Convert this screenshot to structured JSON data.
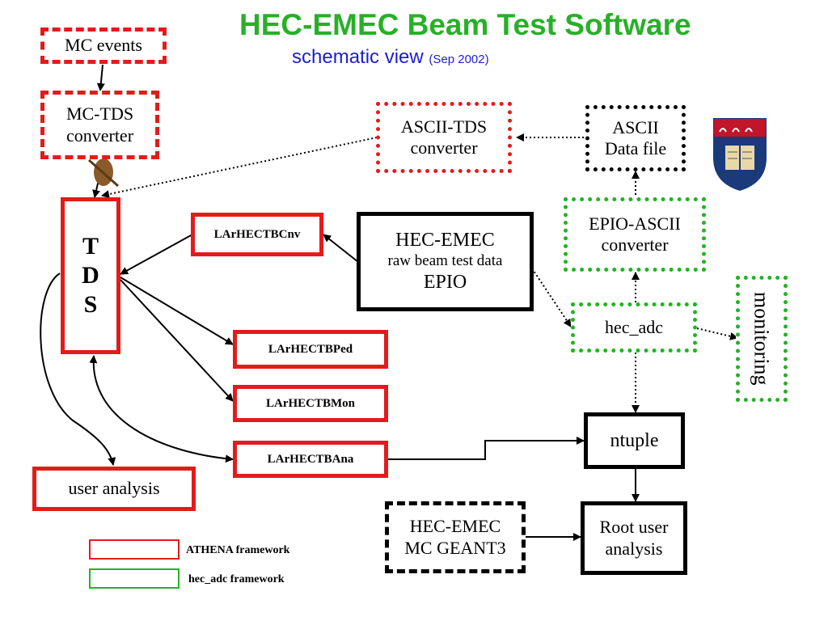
{
  "title": "HEC-EMEC Beam Test Software",
  "subtitle": {
    "main": "schematic view",
    "date": "(Sep 2002)"
  },
  "nodes": {
    "mc_events": "MC events",
    "mc_tds_line1": "MC-TDS",
    "mc_tds_line2": "converter",
    "ascii_tds_line1": "ASCII-TDS",
    "ascii_tds_line2": "converter",
    "ascii_data_line1": "ASCII",
    "ascii_data_line2": "Data file",
    "tds_letters": [
      "T",
      "D",
      "S"
    ],
    "larhectbcnv": "LArHECTBCnv",
    "hec_emec_raw_line1": "HEC-EMEC",
    "hec_emec_raw_line2": "raw beam test data",
    "hec_emec_raw_line3": "EPIO",
    "epio_ascii_line1": "EPIO-ASCII",
    "epio_ascii_line2": "converter",
    "monitoring": "monitoring",
    "hec_adc": "hec_adc",
    "larhectbped": "LArHECTBPed",
    "larhectbmon": "LArHECTBMon",
    "larhectbana": "LArHECTBAna",
    "ntuple": "ntuple",
    "user_analysis": "user analysis",
    "hec_emec_mc_line1": "HEC-EMEC",
    "hec_emec_mc_line2": "MC GEANT3",
    "root_user_line1": "Root user",
    "root_user_line2": "analysis"
  },
  "legend": [
    {
      "label": "ATHENA framework",
      "color": "#e41b1b"
    },
    {
      "label": "hec_adc framework",
      "color": "#22b322"
    }
  ],
  "colors": {
    "athena_red": "#e41b1b",
    "hec_adc_green": "#22b322",
    "title_green": "#27b027",
    "subtitle_blue": "#1d1dcc"
  }
}
